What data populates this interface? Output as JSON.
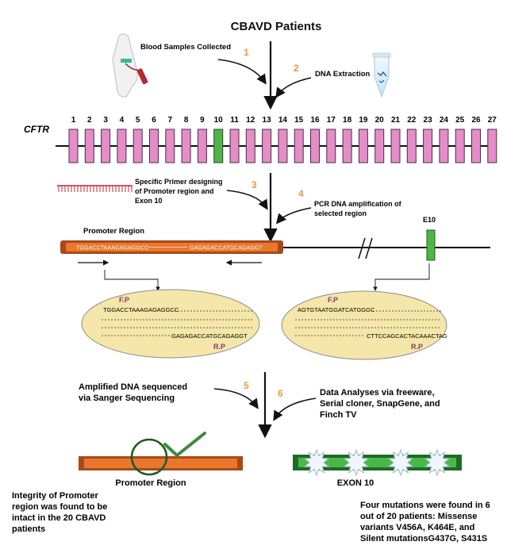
{
  "title": "CBAVD Patients",
  "steps": {
    "s1": {
      "num": "1",
      "text": "Blood Samples Collected"
    },
    "s2": {
      "num": "2",
      "text": "DNA Extraction"
    },
    "s3": {
      "num": "3",
      "lines": [
        "Specific Primer designing",
        "of Promoter region and",
        "Exon 10"
      ]
    },
    "s4": {
      "num": "4",
      "lines": [
        "PCR DNA amplification of",
        "selected region"
      ]
    },
    "s5": {
      "num": "5",
      "lines": [
        "Amplified DNA sequenced",
        "via Sanger Sequencing"
      ]
    },
    "s6": {
      "num": "6",
      "lines": [
        "Data Analyses via freeware,",
        "Serial cloner, SnapGene, and",
        "Finch TV"
      ]
    }
  },
  "gene": {
    "label": "CFTR",
    "exons": [
      "1",
      "2",
      "3",
      "4",
      "5",
      "6",
      "7",
      "8",
      "9",
      "10",
      "11",
      "12",
      "13",
      "14",
      "15",
      "16",
      "17",
      "18",
      "19",
      "20",
      "21",
      "22",
      "23",
      "24",
      "25",
      "26",
      "27"
    ],
    "highlight_exon": "10"
  },
  "promoter": {
    "label": "Promoter Region",
    "fwd_seq": "TGGACCTAAAGAGAGGCC",
    "rev_seq": "GAGAGACCATGCAGAGGT",
    "exon_label": "E10"
  },
  "primer_boxes": {
    "left": {
      "fp": "F.P",
      "rp": "R.P",
      "seq_top": "TGGACCTAAAGAGAGGCC",
      "seq_bottom": "GAGAGACCATGCAGAGGT"
    },
    "right": {
      "fp": "F.P",
      "rp": "R.P",
      "seq_top": "AGTGTAATGGATCATGGGC",
      "seq_bottom": "CTTCCAGCACTACAAACTAG"
    }
  },
  "results": {
    "promoter_label": "Promoter Region",
    "exon_label": "EXON 10",
    "left_text": [
      "Integrity of Promoter",
      "region was found to be",
      "intact in the 20 CBAVD",
      "patients"
    ],
    "right_text": [
      "Four mutations were found in 6",
      "out of 20 patients: Missense",
      "variants V456A, K464E, and",
      "Silent mutationsG437G, S431S"
    ]
  },
  "colors": {
    "exon": "#e78bc9",
    "exon_highlight": "#4cb648",
    "step_number": "#e59a3c",
    "promoter_bar": "#e9782d",
    "promoter_dark": "#a9491b",
    "ellipse_fill": "#f5e6a9",
    "primer_label": "#8b3a6a",
    "exon10_bar": "#49b84a",
    "check": "#3d8a3d"
  }
}
